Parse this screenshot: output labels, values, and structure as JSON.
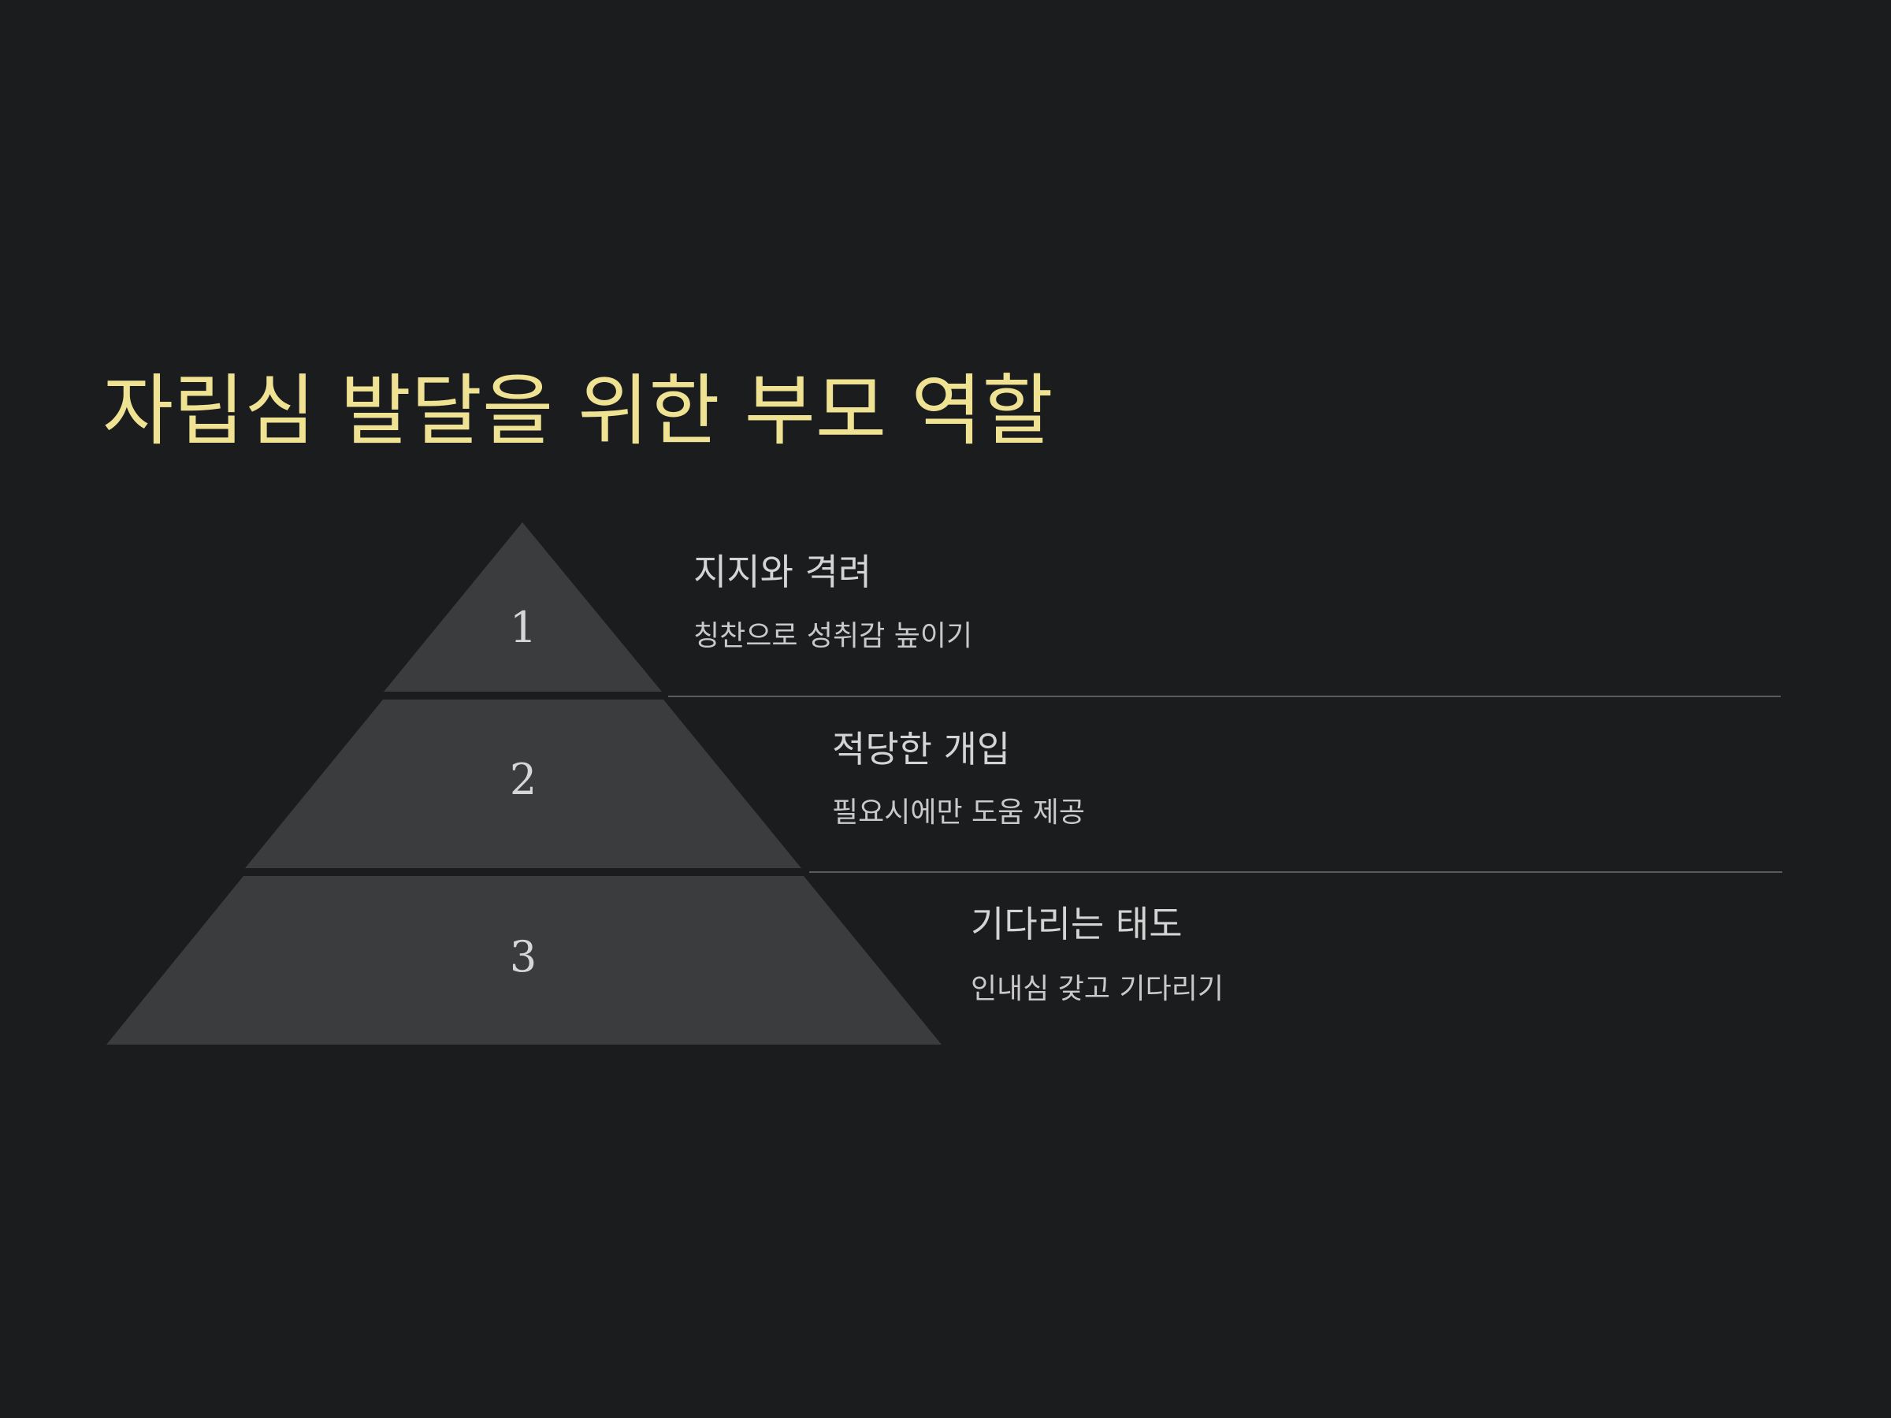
{
  "slide": {
    "title": "자립심 발달을 위한 부모 역할"
  },
  "levels": [
    {
      "number": "1",
      "title": "지지와 격려",
      "description": "칭찬으로 성취감 높이기"
    },
    {
      "number": "2",
      "title": "적당한 개입",
      "description": "필요시에만 도움 제공"
    },
    {
      "number": "3",
      "title": "기다리는 태도",
      "description": "인내심 갖고 기다리기"
    }
  ],
  "colors": {
    "background": "#1b1c1e",
    "title": "#efe293",
    "pyramid_fill": "#3b3c3e",
    "text": "#d4d4d4",
    "divider": "#5a5b5d"
  }
}
